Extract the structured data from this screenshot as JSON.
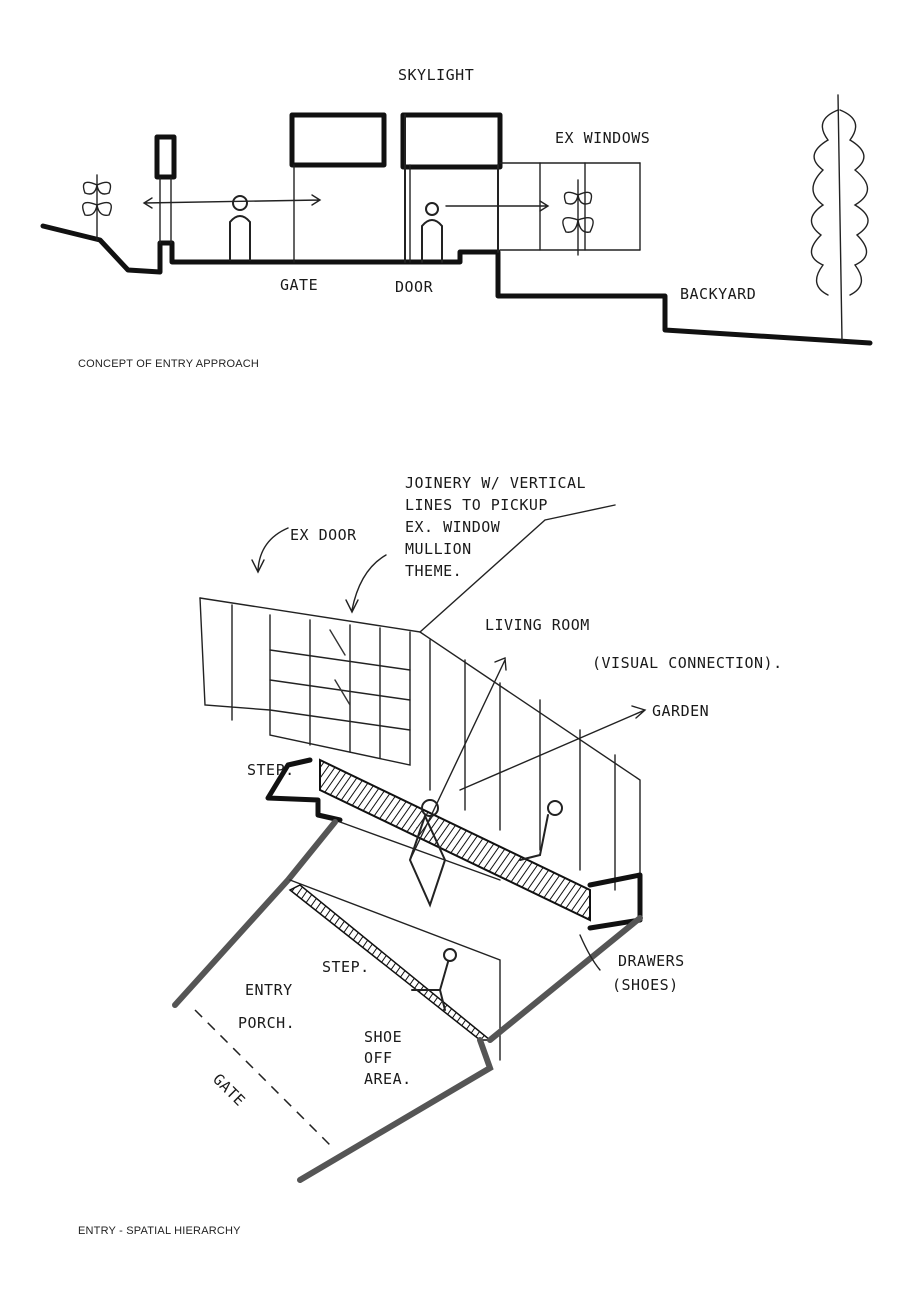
{
  "section1": {
    "caption": "CONCEPT OF ENTRY APPROACH",
    "labels": {
      "skylight": "SKYLIGHT",
      "ex_windows": "EX WINDOWS",
      "gate": "GATE",
      "door": "DOOR",
      "backyard": "BACKYARD"
    }
  },
  "section2": {
    "caption": "ENTRY - SPATIAL HIERARCHY",
    "labels": {
      "joinery_note": [
        "JOINERY W/ VERTICAL",
        "LINES TO PICKUP",
        "EX. WINDOW",
        "MULLION",
        "THEME."
      ],
      "ex_door": "EX DOOR",
      "living_room": "LIVING ROOM",
      "visual_connection": "(VISUAL CONNECTION).",
      "garden": "GARDEN",
      "step_upper": "STEP.",
      "step_lower": "STEP.",
      "entry_porch": [
        "ENTRY",
        "PORCH."
      ],
      "shoe_off_area": [
        "SHOE",
        "OFF",
        "AREA."
      ],
      "drawers": [
        "DRAWERS",
        "(SHOES)"
      ],
      "gate": "GATE"
    }
  }
}
